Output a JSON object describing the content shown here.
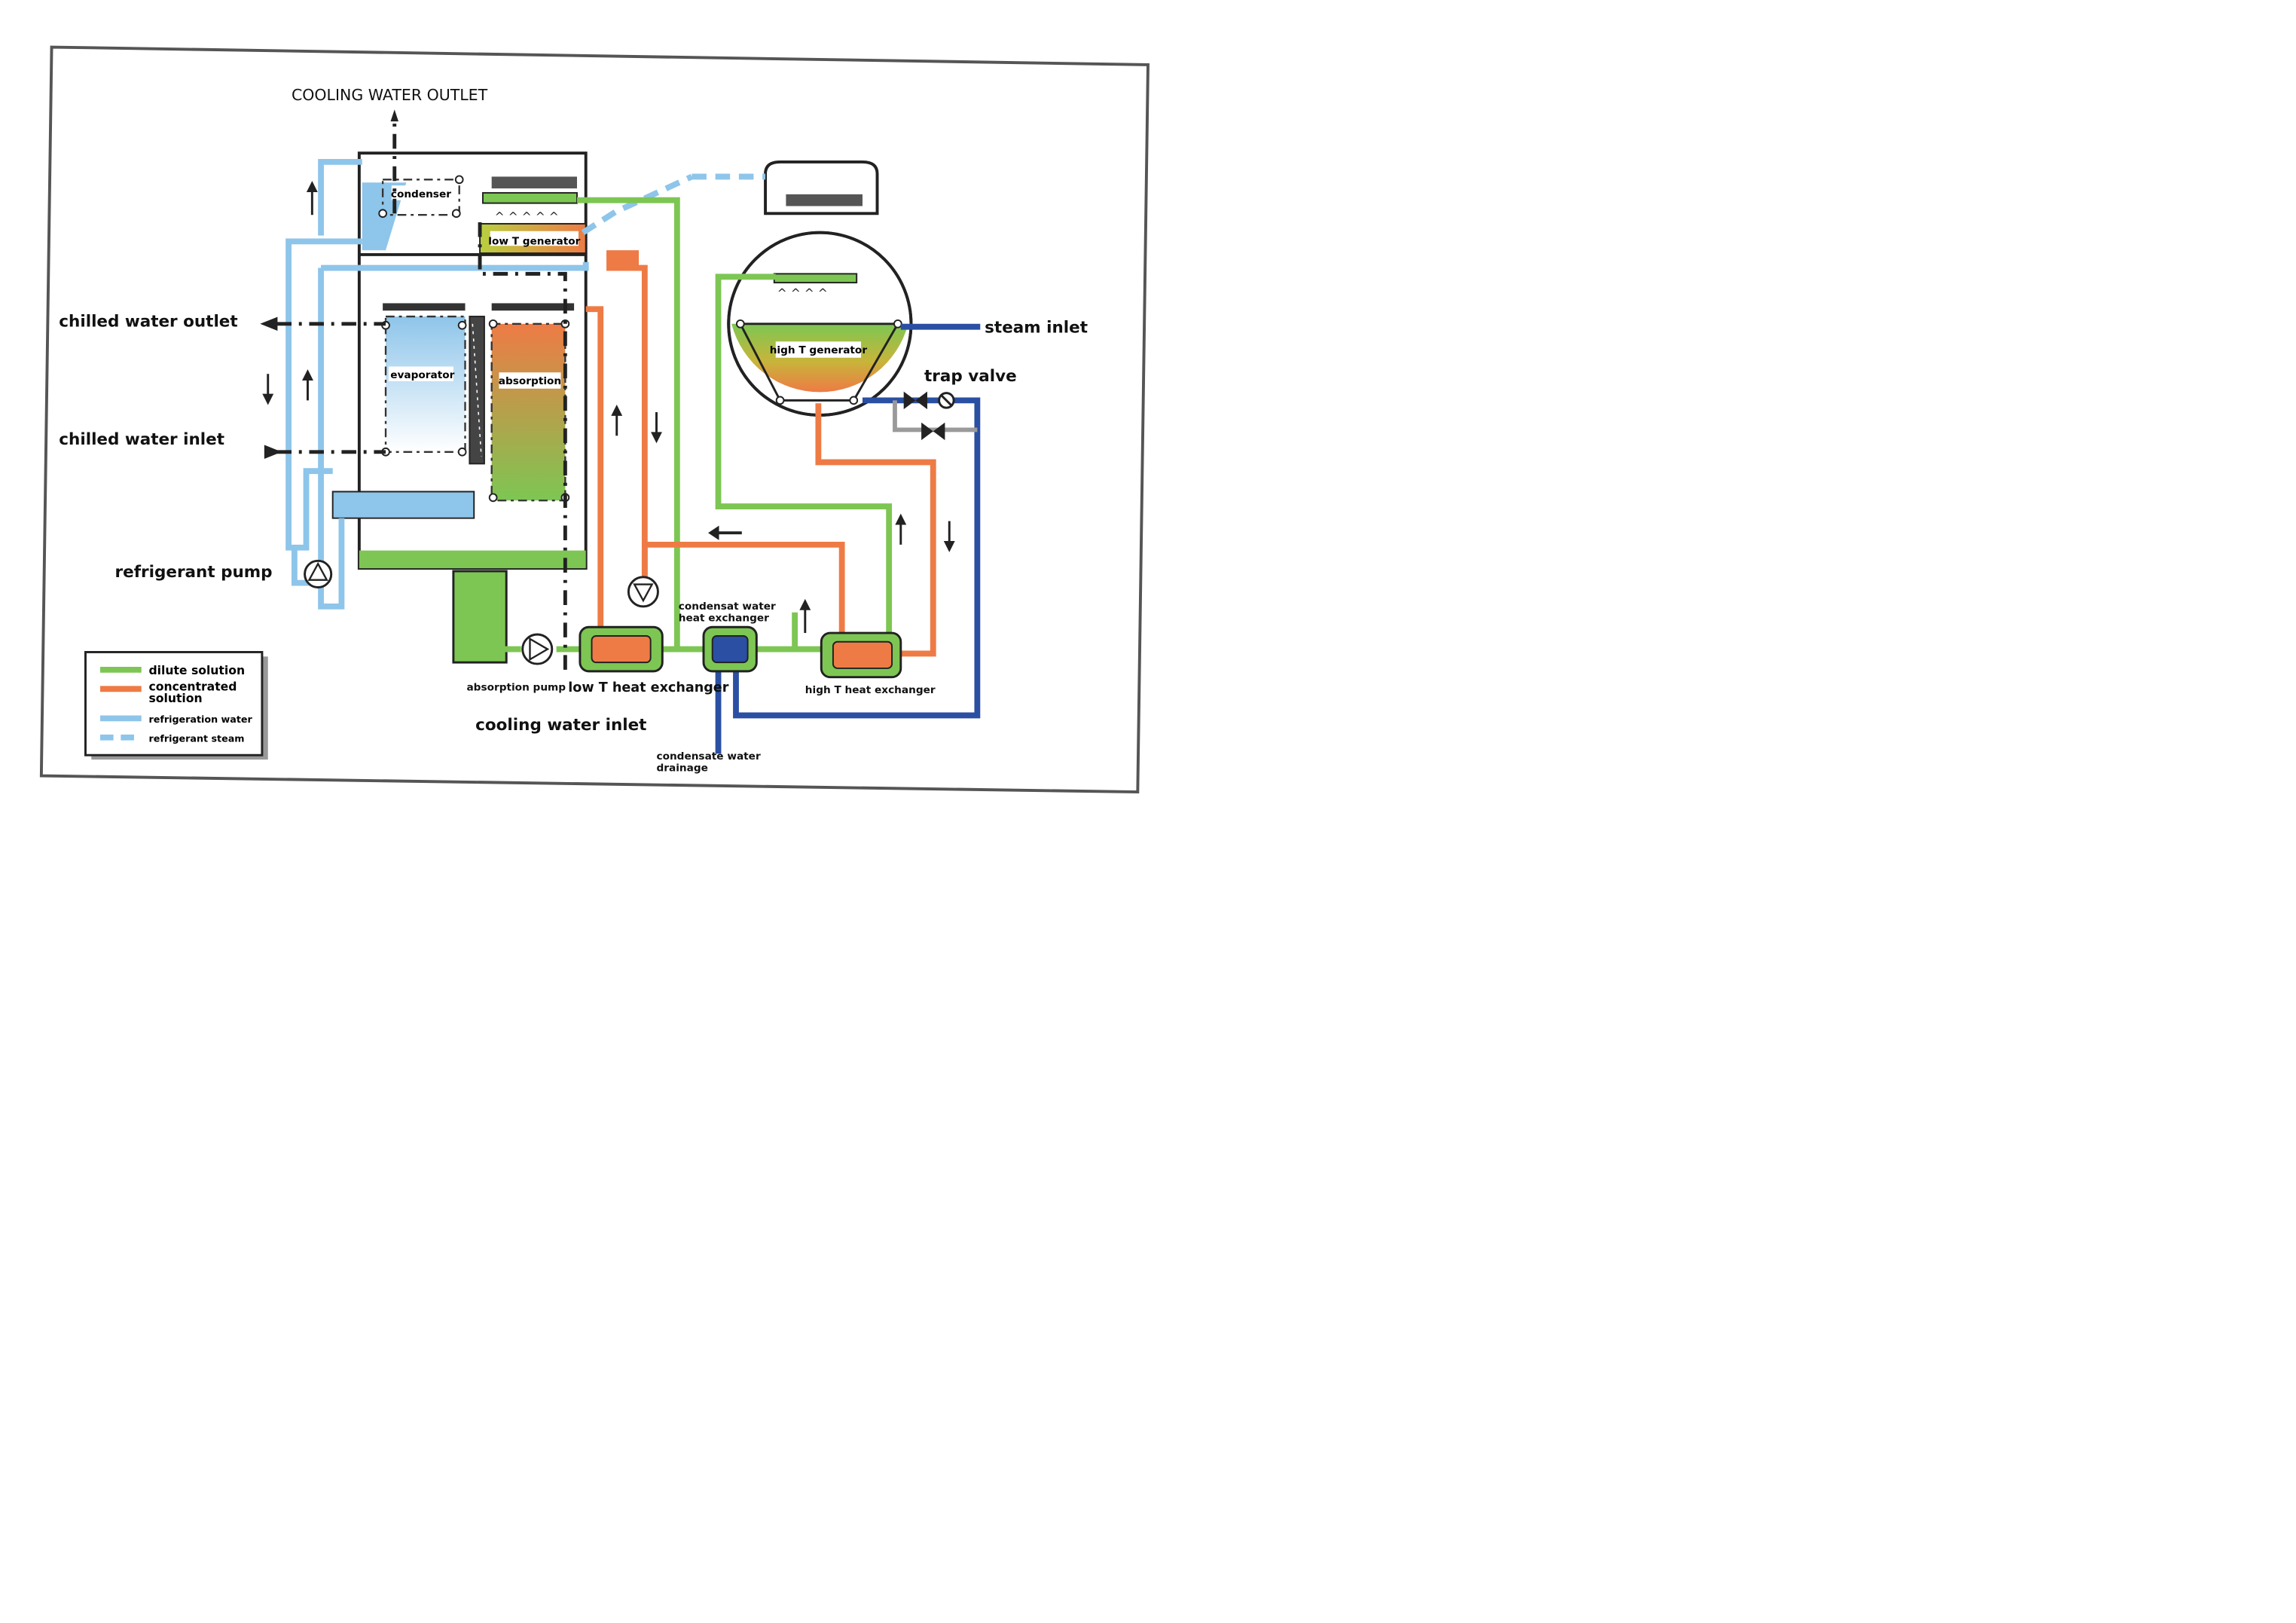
{
  "labels": {
    "cooling_water_outlet": "COOLING WATER OUTLET",
    "chilled_water_outlet": "chilled water outlet",
    "chilled_water_inlet": "chilled water inlet",
    "refrigerant_pump": "refrigerant pump",
    "condenser": "condenser",
    "low_t_generator": "low T generator",
    "evaporator": "evaporator",
    "absorption": "absorption",
    "high_t_generator": "high T generator",
    "steam_inlet": "steam inlet",
    "trap_valve": "trap valve",
    "condensat_water_heat_exchanger_1": "condensat water",
    "condensat_water_heat_exchanger_2": "heat exchanger",
    "absorption_pump": "absorption pump",
    "low_t_heat_exchanger": "low T heat exchanger",
    "high_t_heat_exchanger": "high T heat exchanger",
    "cooling_water_inlet": "cooling water inlet",
    "condensate_water_drainage_1": "condensate water",
    "condensate_water_drainage_2": "drainage"
  },
  "legend": {
    "items": [
      {
        "label": "dilute solution",
        "color": "#7dc653"
      },
      {
        "label": "concentrated",
        "label2": "solution",
        "color": "#ee7b45"
      },
      {
        "label": "refrigeration water",
        "color": "#8ec5ea"
      },
      {
        "label": "refrigerant steam",
        "color": "#8ec5ea",
        "dashed": true
      }
    ]
  },
  "colors": {
    "dilute": "#7dc653",
    "concentrated": "#ee7b45",
    "refrigeration": "#8ec5ea",
    "steam": "#2a4fa3",
    "frame": "#333333",
    "valve_bypass": "#9a9a9a"
  }
}
